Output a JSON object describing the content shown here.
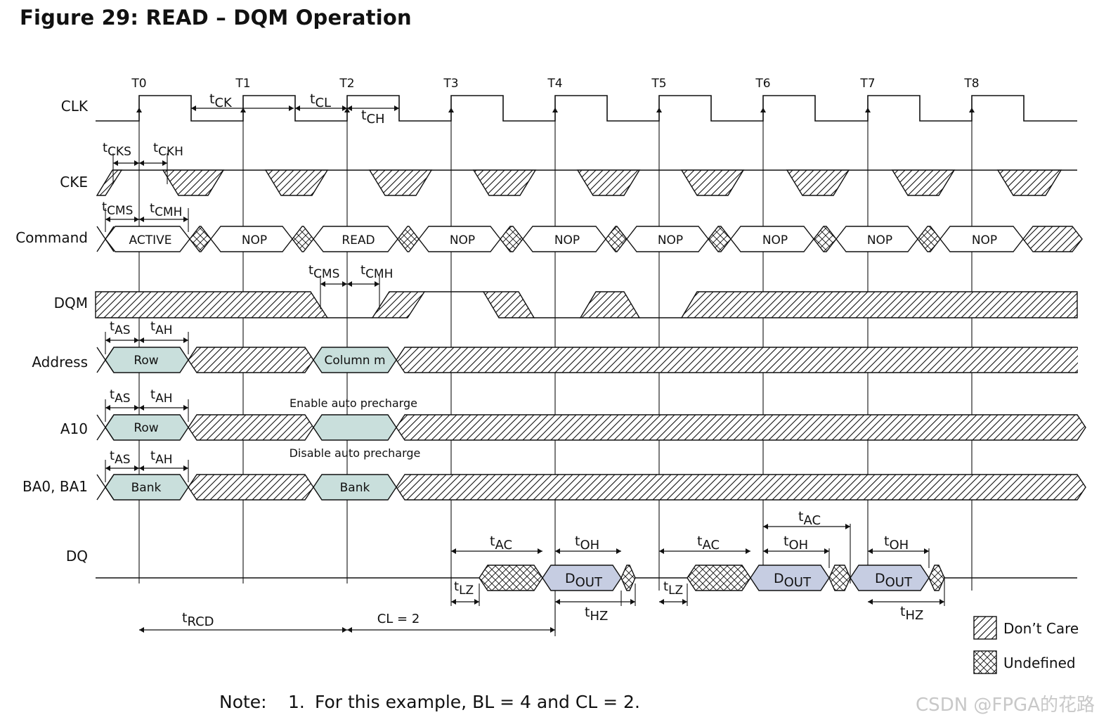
{
  "title": "Figure 29: READ – DQM Operation",
  "clock_labels": [
    "T0",
    "T1",
    "T2",
    "T3",
    "T4",
    "T5",
    "T6",
    "T7",
    "T8"
  ],
  "signal_labels": {
    "clk": "CLK",
    "cke": "CKE",
    "command": "Command",
    "dqm": "DQM",
    "address": "Address",
    "a10": "A10",
    "ba": "BA0, BA1",
    "dq": "DQ"
  },
  "commands": [
    "ACTIVE",
    "NOP",
    "READ",
    "NOP",
    "NOP",
    "NOP",
    "NOP",
    "NOP",
    "NOP"
  ],
  "address_values": {
    "row": "Row",
    "column": "Column m",
    "bank": "Bank"
  },
  "annotations": {
    "enable_auto_precharge": "Enable auto precharge",
    "disable_auto_precharge": "Disable auto precharge",
    "cl": "CL = 2"
  },
  "timing_params": {
    "ck": [
      "t",
      "CK"
    ],
    "cl": [
      "t",
      "CL"
    ],
    "ch": [
      "t",
      "CH"
    ],
    "cks": [
      "t",
      "CKS"
    ],
    "ckh": [
      "t",
      "CKH"
    ],
    "cms": [
      "t",
      "CMS"
    ],
    "cmh": [
      "t",
      "CMH"
    ],
    "as": [
      "t",
      "AS"
    ],
    "ah": [
      "t",
      "AH"
    ],
    "ac": [
      "t",
      "AC"
    ],
    "oh": [
      "t",
      "OH"
    ],
    "hz": [
      "t",
      "HZ"
    ],
    "lz": [
      "t",
      "LZ"
    ],
    "rcd": [
      "t",
      "RCD"
    ],
    "dout": [
      "D",
      "OUT"
    ]
  },
  "legend": {
    "dont_care": "Don’t Care",
    "undefined": "Undefined"
  },
  "note": {
    "prefix": "Note:",
    "number": "1.",
    "text": "For this example, BL = 4 and CL = 2."
  },
  "watermark": "CSDN @FPGA的花路",
  "colors": {
    "row_fill": "#c9dfdc",
    "dout_fill": "#c6cde2",
    "line": "#111111"
  }
}
